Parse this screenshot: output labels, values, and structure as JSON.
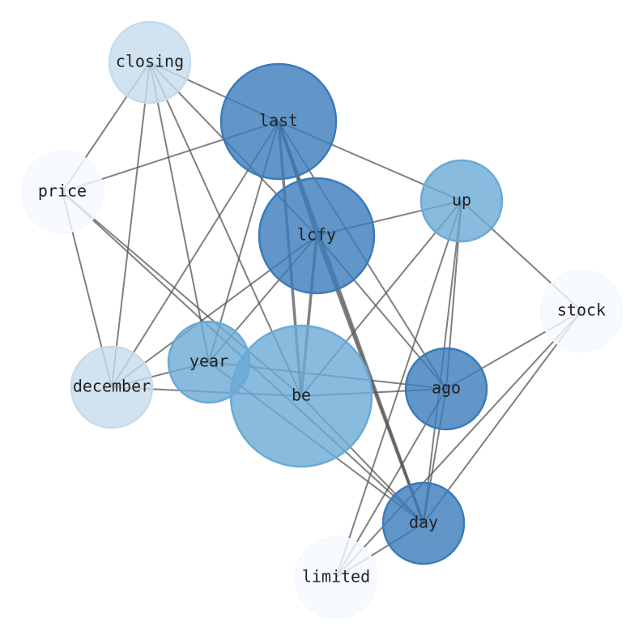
{
  "nodes": [
    {
      "id": "closing",
      "label": "closing",
      "color": "#c6dbec"
    },
    {
      "id": "last",
      "label": "last",
      "color": "#3b7bba"
    },
    {
      "id": "price",
      "label": "price",
      "color": "#f5f9fe"
    },
    {
      "id": "up",
      "label": "up",
      "color": "#6aaad6"
    },
    {
      "id": "lcfy",
      "label": "lcfy",
      "color": "#3b7bba"
    },
    {
      "id": "stock",
      "label": "stock",
      "color": "#f5f9fe"
    },
    {
      "id": "year",
      "label": "year",
      "color": "#6aaad6"
    },
    {
      "id": "december",
      "label": "december",
      "color": "#c6dbec"
    },
    {
      "id": "be",
      "label": "be",
      "color": "#6aaad6"
    },
    {
      "id": "ago",
      "label": "ago",
      "color": "#3b7bba"
    },
    {
      "id": "day",
      "label": "day",
      "color": "#3b7bba"
    },
    {
      "id": "limited",
      "label": "limited",
      "color": "#f5f9fe"
    }
  ],
  "edges": [
    [
      "closing",
      "price"
    ],
    [
      "closing",
      "december"
    ],
    [
      "closing",
      "year"
    ],
    [
      "closing",
      "be"
    ],
    [
      "closing",
      "lcfy"
    ],
    [
      "closing",
      "last"
    ],
    [
      "last",
      "up"
    ],
    [
      "last",
      "price"
    ],
    [
      "last",
      "december"
    ],
    [
      "last",
      "year"
    ],
    [
      "last",
      "lcfy",
      2
    ],
    [
      "last",
      "be",
      2
    ],
    [
      "last",
      "day",
      2
    ],
    [
      "last",
      "ago"
    ],
    [
      "price",
      "december"
    ],
    [
      "price",
      "be"
    ],
    [
      "price",
      "day"
    ],
    [
      "lcfy",
      "up"
    ],
    [
      "lcfy",
      "december"
    ],
    [
      "lcfy",
      "year"
    ],
    [
      "lcfy",
      "be",
      2
    ],
    [
      "lcfy",
      "ago"
    ],
    [
      "lcfy",
      "day",
      2
    ],
    [
      "up",
      "stock"
    ],
    [
      "up",
      "be"
    ],
    [
      "up",
      "ago"
    ],
    [
      "up",
      "day"
    ],
    [
      "up",
      "limited"
    ],
    [
      "stock",
      "ago"
    ],
    [
      "stock",
      "day"
    ],
    [
      "stock",
      "limited"
    ],
    [
      "year",
      "december"
    ],
    [
      "year",
      "ago"
    ],
    [
      "year",
      "day"
    ],
    [
      "december",
      "be"
    ],
    [
      "be",
      "ago"
    ],
    [
      "be",
      "day"
    ],
    [
      "ago",
      "day"
    ],
    [
      "ago",
      "limited"
    ],
    [
      "day",
      "limited"
    ]
  ]
}
